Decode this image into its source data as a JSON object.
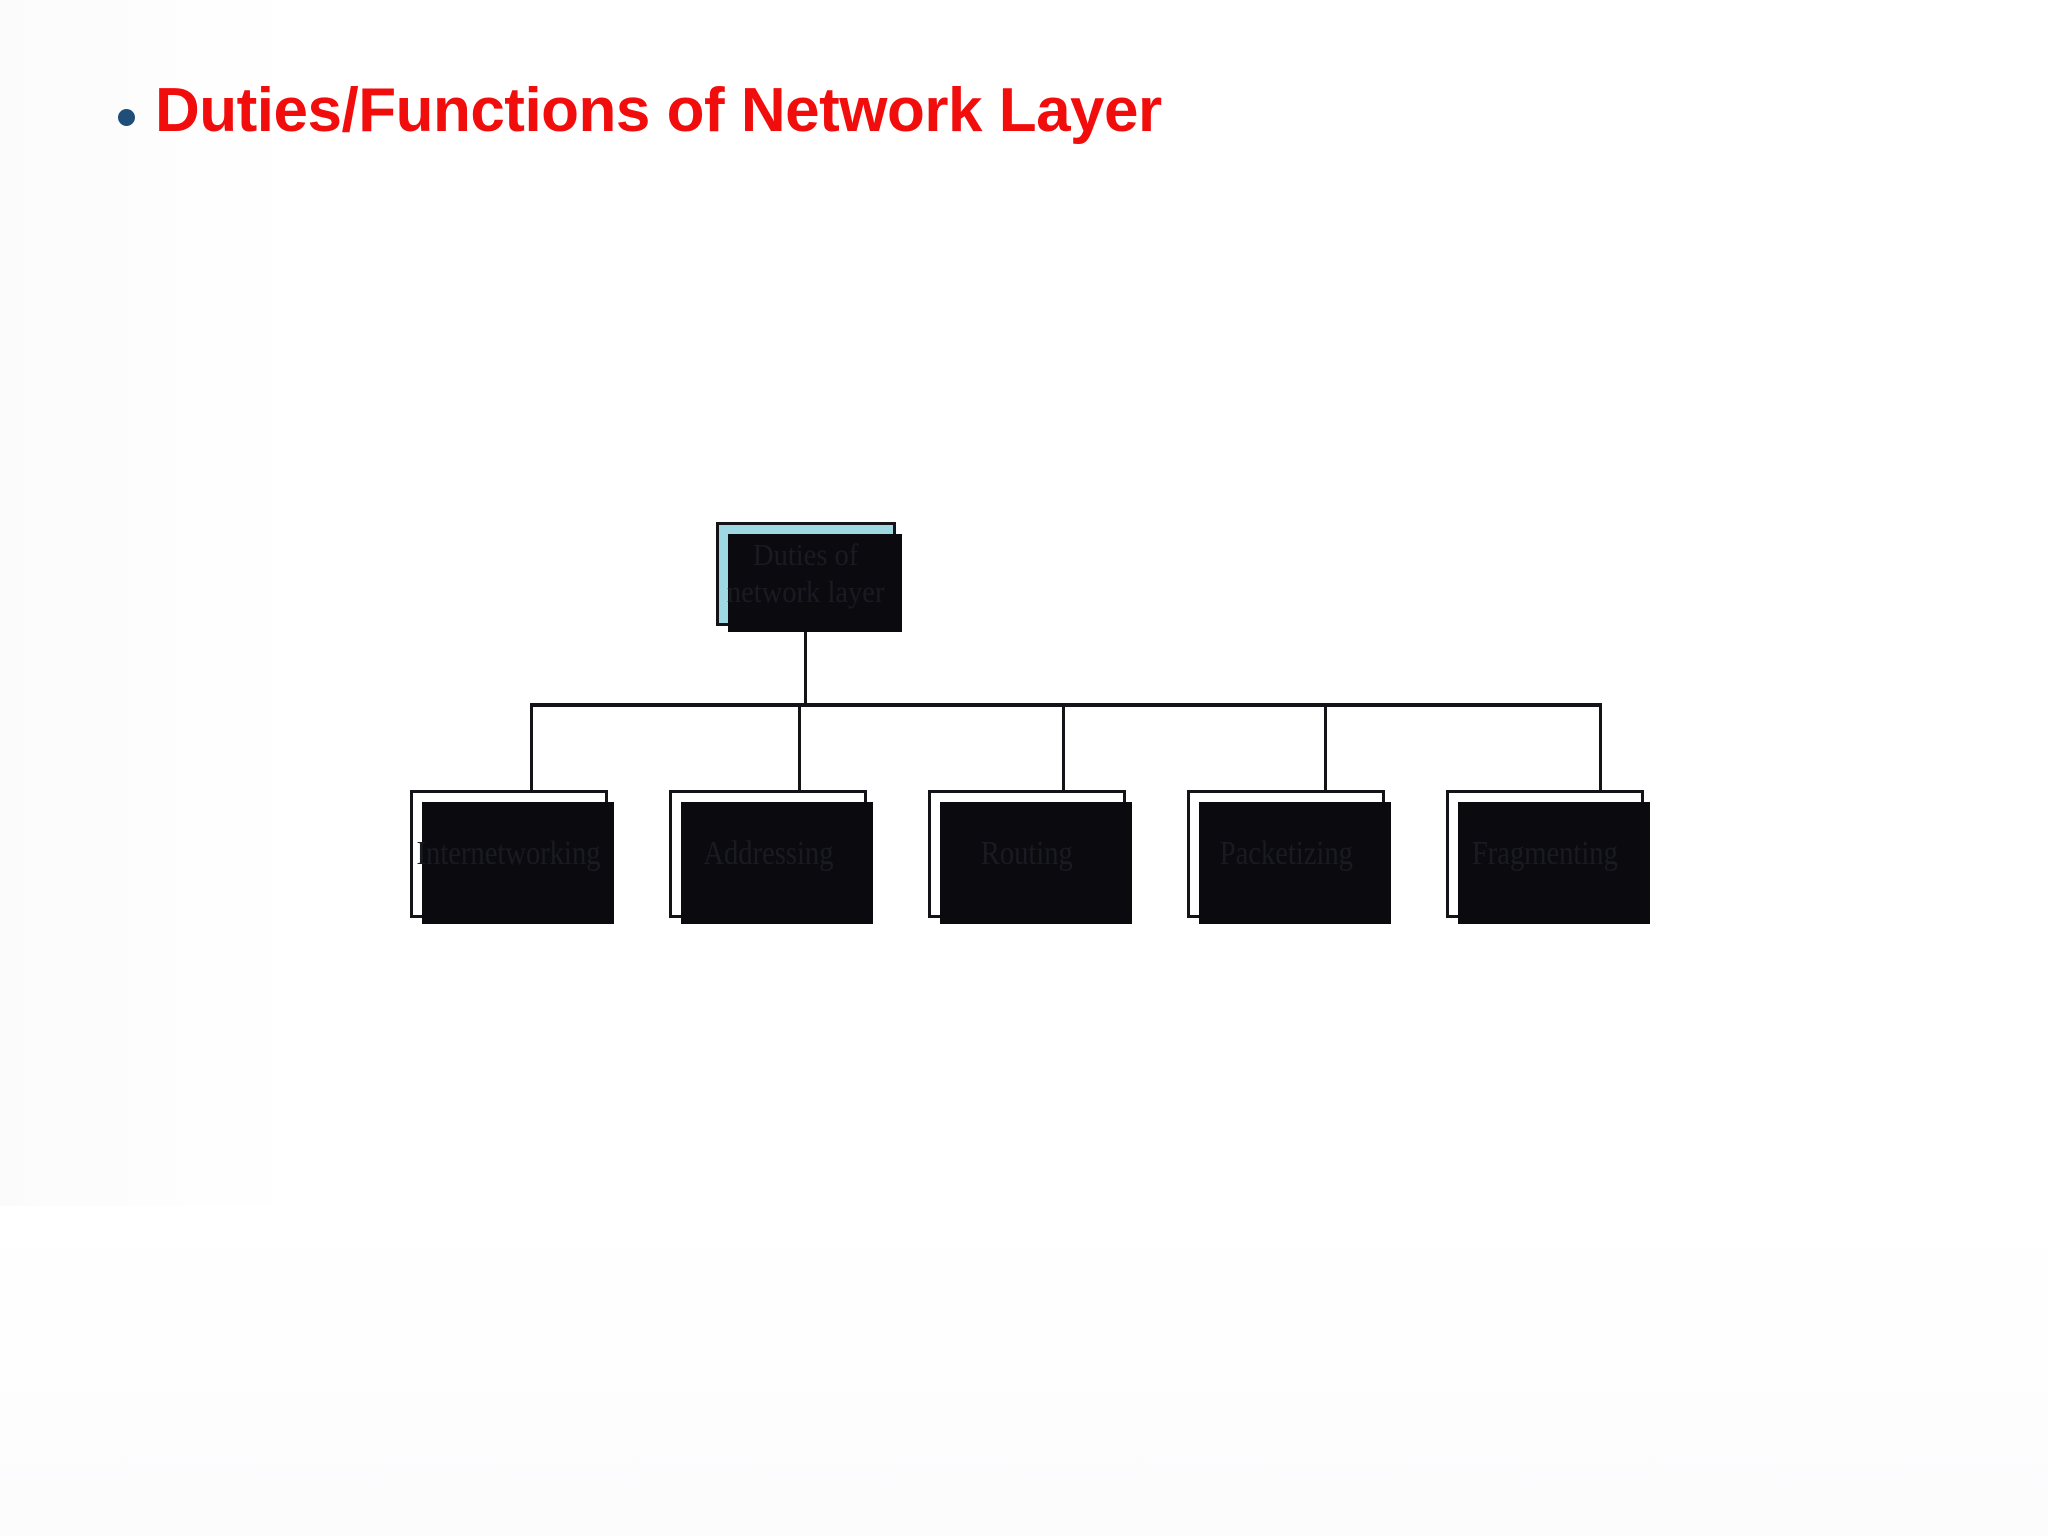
{
  "slide": {
    "background_color": "#ffffff",
    "title": {
      "bullet_color": "#1f4e79",
      "text_color": "#f20d0d",
      "text": "Duties/Functions of Network Layer"
    }
  },
  "diagram": {
    "type": "hierarchy-tree",
    "root": {
      "label": "Duties of network layer",
      "line1": "Duties of",
      "line2": "network layer",
      "fill_color": "#9ed8e3",
      "border_color": "#131318",
      "text_color": "#1a1a22"
    },
    "children": [
      {
        "label": "Internetworking",
        "fill_color": "#ffffff"
      },
      {
        "label": "Addressing",
        "fill_color": "#ffffff"
      },
      {
        "label": "Routing",
        "fill_color": "#ffffff"
      },
      {
        "label": "Packetizing",
        "fill_color": "#ffffff"
      },
      {
        "label": "Fragmenting",
        "fill_color": "#ffffff"
      }
    ],
    "connector_color": "#131318",
    "shadow_color": "#0b0b0f"
  }
}
